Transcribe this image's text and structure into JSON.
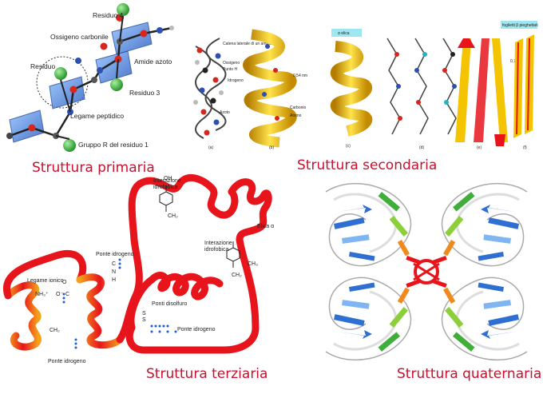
{
  "primary": {
    "caption": "Struttura primaria",
    "labels": {
      "residue4": "Residuo 4",
      "carbonyl_oxygen": "Ossigeno carbonile",
      "residue": "Residuo",
      "amide_nitrogen": "Amide azoto",
      "residue3": "Residuo 3",
      "peptide_bond": "Legame peptidico",
      "r_group": "Gruppo R del residuo 1"
    }
  },
  "secondary": {
    "caption": "Struttura secondaria",
    "helix_box": "α elica",
    "sheet_box": "foglietti β pieghettati",
    "labels": {
      "carbon_side": "Catena laterale di un amminoacido",
      "oxygen": "Ossigeno",
      "atom_h": "Punto H",
      "nitrogen": "Idrogeno",
      "azoto": "Azoto",
      "carbonio": "Carbonio",
      "atomo": "Atomo",
      "pitch": "0,54 nm",
      "sheet_pitch": "0,7 nm"
    },
    "sub_labels": [
      "(a)",
      "(b)",
      "(c)",
      "(d)",
      "(e)",
      "(f)"
    ]
  },
  "tertiary": {
    "caption": "Struttura terziaria",
    "labels": {
      "hydrophobic1": "Interazione",
      "hydrophobic1b": "idrofobica",
      "oh": "OH",
      "ch2": "CH₂",
      "alpha_helix": "Elica α",
      "h_bond1": "Ponte idrogeno",
      "hydrophobic2": "Interazione",
      "hydrophobic2b": "idrofobica",
      "ch3": "CH₃",
      "ionic": "Legame ionico",
      "nh3": "NH₃⁺",
      "o_minus": "O⁻",
      "c": "C",
      "o": "O",
      "h": "H",
      "n": "N",
      "disulfide": "Ponti disolfuro",
      "h_bond2": "Ponte idrogeno",
      "h_bond3": "Ponte idrogeno",
      "s": "S"
    }
  },
  "quaternary": {
    "caption": "Struttura quaternaria"
  },
  "colors": {
    "caption": "#c8102e",
    "helix_red": "#e8141c",
    "helix_orange": "#f4a11a",
    "ribbon_yellow": "#f5c400",
    "blue": "#2f6fd1",
    "green": "#3fae3a"
  }
}
